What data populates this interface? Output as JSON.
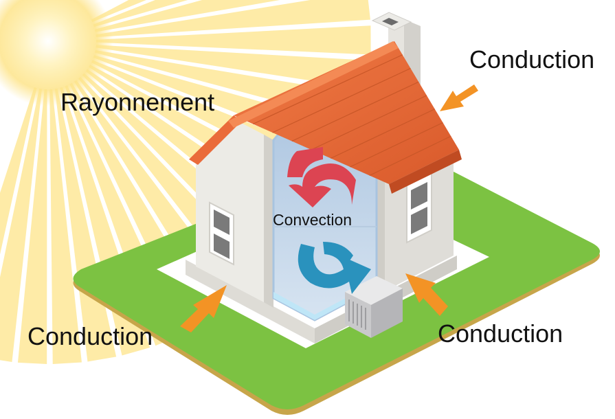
{
  "labels": {
    "radiation": "Rayonnement",
    "conduction_roof": "Conduction",
    "conduction_left": "Conduction",
    "conduction_right": "Conduction",
    "convection": "Convection"
  },
  "colors": {
    "sun_core": "#fff4c4",
    "sun_rays": "#fde48a",
    "lawn": "#7cc242",
    "lawn_edge": "#c7a54a",
    "roof": "#ea6b3a",
    "walls": "#e9e7e2",
    "interior": "#c4d6ea",
    "hot_arrow": "#dc4452",
    "cold_arrow": "#2a92bd",
    "conduction_arrow": "#f39325"
  },
  "icons": {
    "sun": "sun-icon",
    "house": "house-icon",
    "hot_air": "hot-air-arrow-icon",
    "cold_air": "cold-air-arrow-icon",
    "conduction_arrows": "orange-arrow-icon",
    "ac_unit": "air-conditioner-icon"
  }
}
